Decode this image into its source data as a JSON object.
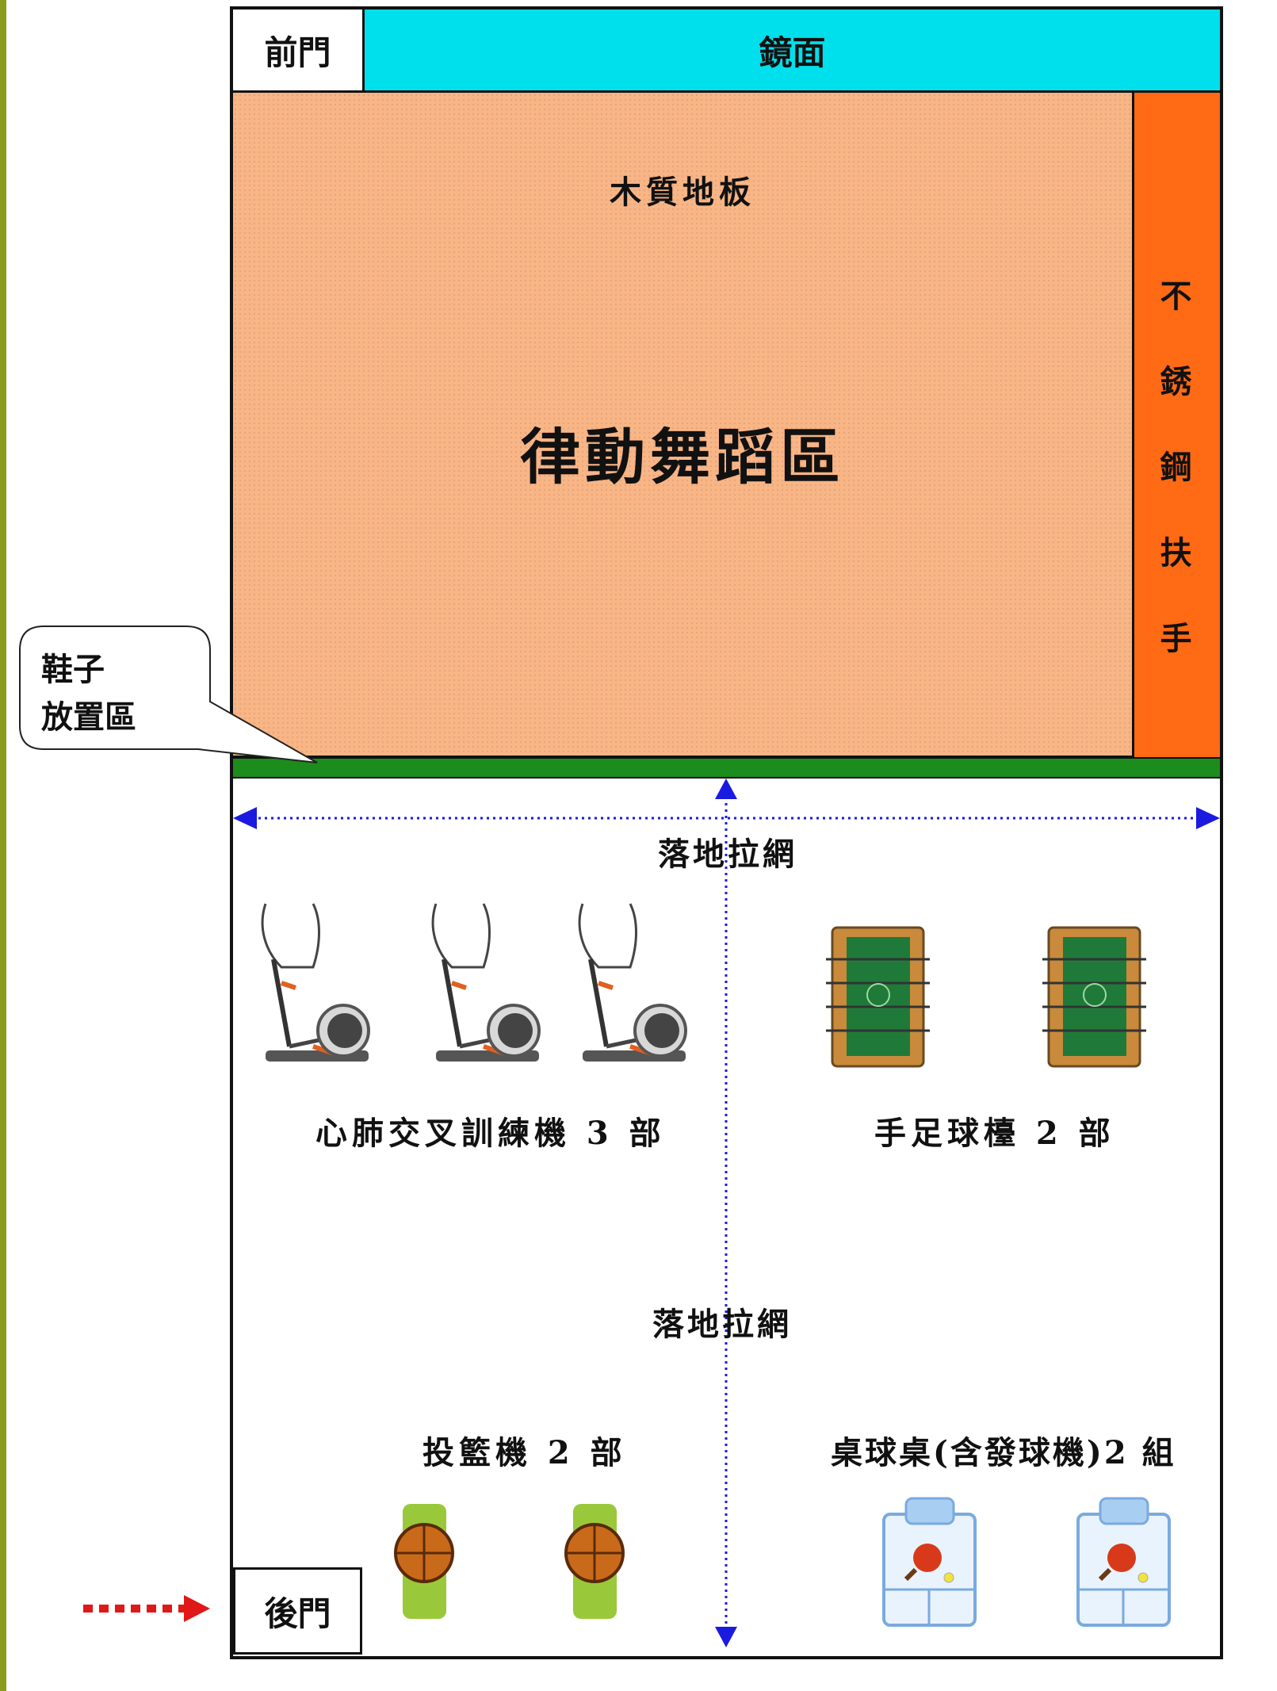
{
  "diagram": {
    "front_door": "前門",
    "mirror": "鏡面",
    "floor_material": "木質地板",
    "dance_area": "律動舞蹈區",
    "handrail_chars": [
      "不",
      "銹",
      "鋼",
      "扶",
      "手"
    ],
    "shoe_area_line1": "鞋子",
    "shoe_area_line2": "放置區",
    "net_top": "落地拉網",
    "net_middle": "落地拉網",
    "elliptical_label": "心肺交叉訓練機 3 部",
    "foosball_label": "手足球檯 2 部",
    "basketball_label": "投籃機 2 部",
    "pingpong_label": "桌球桌(含發球機)2 組",
    "back_door": "後門"
  },
  "colors": {
    "mirror": "#00e0ec",
    "floor": "#f8b586",
    "handrail": "#ff6a14",
    "shoe_strip": "#1c8c1c",
    "net_arrow": "#1a1ae0",
    "entry_arrow": "#e01818",
    "side_rule": "#8a9a1a"
  },
  "icons": {
    "elliptical": "elliptical-trainer-icon",
    "foosball": "foosball-table-icon",
    "basketball": "basketball-machine-icon",
    "pingpong": "ping-pong-table-icon"
  }
}
